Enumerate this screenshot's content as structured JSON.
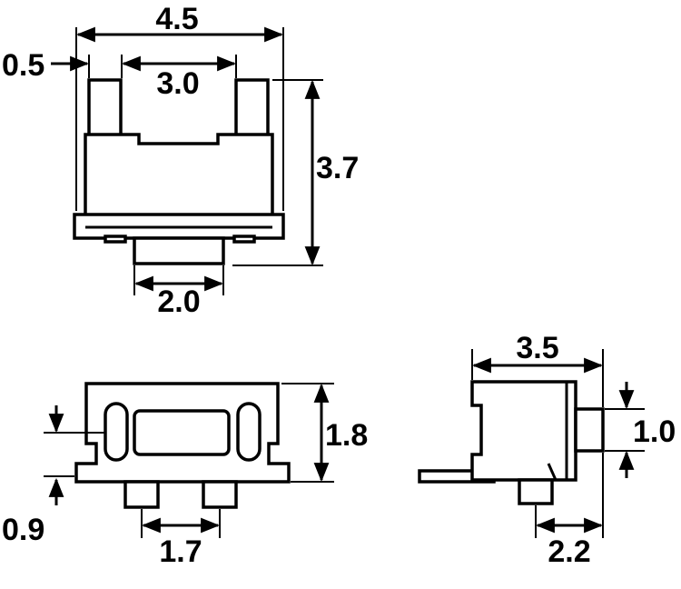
{
  "dimensions": {
    "top_view": {
      "total_width": "4.5",
      "pin_offset": "0.5",
      "pin_span": "3.0",
      "total_height": "3.7",
      "actuator_width": "2.0"
    },
    "front_view": {
      "height": "1.8",
      "base_offset": "0.9",
      "foot_pitch": "1.7"
    },
    "side_view": {
      "depth": "3.5",
      "actuator_height": "1.0",
      "foot_offset": "2.2"
    }
  }
}
